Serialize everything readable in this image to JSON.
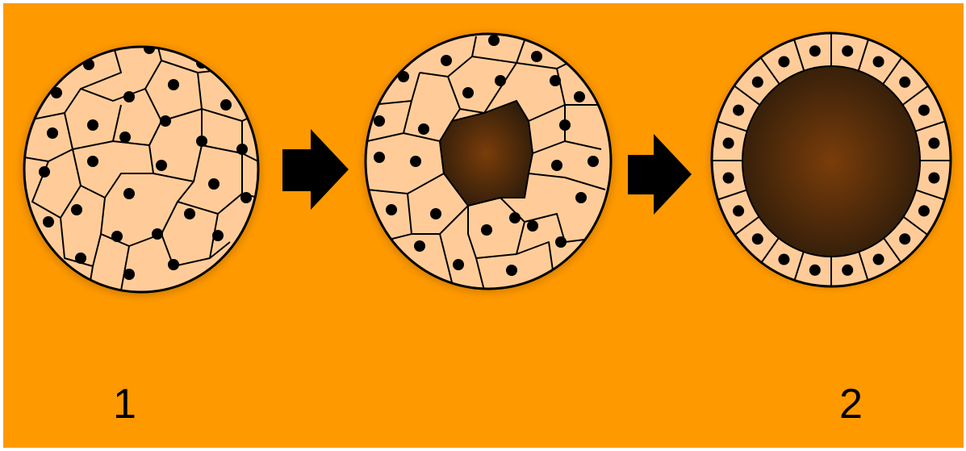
{
  "colors": {
    "background": "#FF9900",
    "cell_fill": "#FFCC99",
    "outline": "#000000",
    "nucleus": "#000000",
    "cavity_center": "#7A3D0A",
    "cavity_edge": "#2A1A0A",
    "arrow": "#000000"
  },
  "stages": [
    {
      "name": "solid-cell-ball",
      "label": "1"
    },
    {
      "name": "forming-cavity",
      "label": ""
    },
    {
      "name": "hollow-sphere",
      "label": "2"
    }
  ],
  "arrows": [
    {
      "name": "arrow-1-to-2",
      "icon": "right-arrow-icon"
    },
    {
      "name": "arrow-2-to-3",
      "icon": "right-arrow-icon"
    }
  ]
}
